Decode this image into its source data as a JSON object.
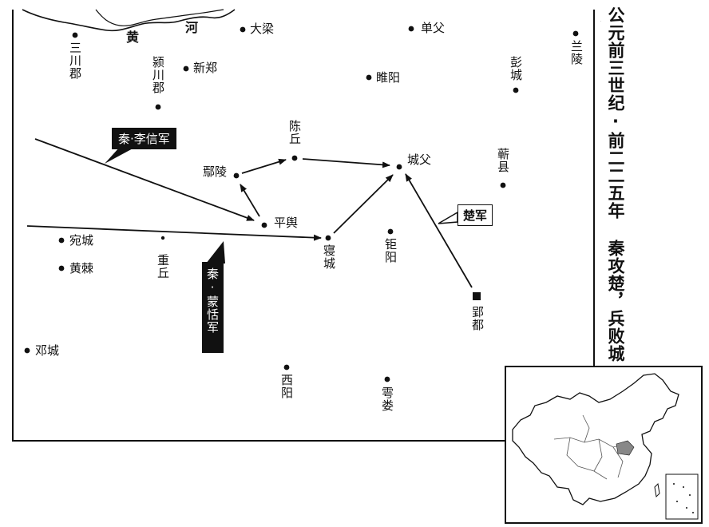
{
  "map": {
    "title": "公元前三世纪·前二二五年 秦攻楚，兵败城父",
    "river": {
      "char1": "黄",
      "char2": "河"
    },
    "places": [
      {
        "id": "sanchuan",
        "name": "三川郡"
      },
      {
        "id": "yingchuan",
        "name": "颍川郡"
      },
      {
        "id": "xinzheng",
        "name": "新郑"
      },
      {
        "id": "daliang",
        "name": "大梁"
      },
      {
        "id": "shanfu",
        "name": "单父"
      },
      {
        "id": "suiyang",
        "name": "睢阳"
      },
      {
        "id": "pengcheng",
        "name": "彭城"
      },
      {
        "id": "lanling",
        "name": "兰陵"
      },
      {
        "id": "chenqiu",
        "name": "陈丘"
      },
      {
        "id": "yanling",
        "name": "鄢陵"
      },
      {
        "id": "chengfu",
        "name": "城父"
      },
      {
        "id": "qixian",
        "name": "蕲县"
      },
      {
        "id": "pingyu",
        "name": "平舆"
      },
      {
        "id": "wancheng",
        "name": "宛城"
      },
      {
        "id": "huangji",
        "name": "黄棘"
      },
      {
        "id": "zhongqiu",
        "name": "重丘"
      },
      {
        "id": "qincheng",
        "name": "寝城"
      },
      {
        "id": "juyang",
        "name": "钜阳"
      },
      {
        "id": "yingdu",
        "name": "郢都"
      },
      {
        "id": "dengcheng",
        "name": "邓城"
      },
      {
        "id": "xiyang",
        "name": "西阳"
      },
      {
        "id": "yulou",
        "name": "雩娄"
      }
    ],
    "armies": {
      "qin_lixin": "秦·李信军",
      "qin_mengtian": "秦·蒙恬军",
      "chu": "楚军"
    }
  }
}
